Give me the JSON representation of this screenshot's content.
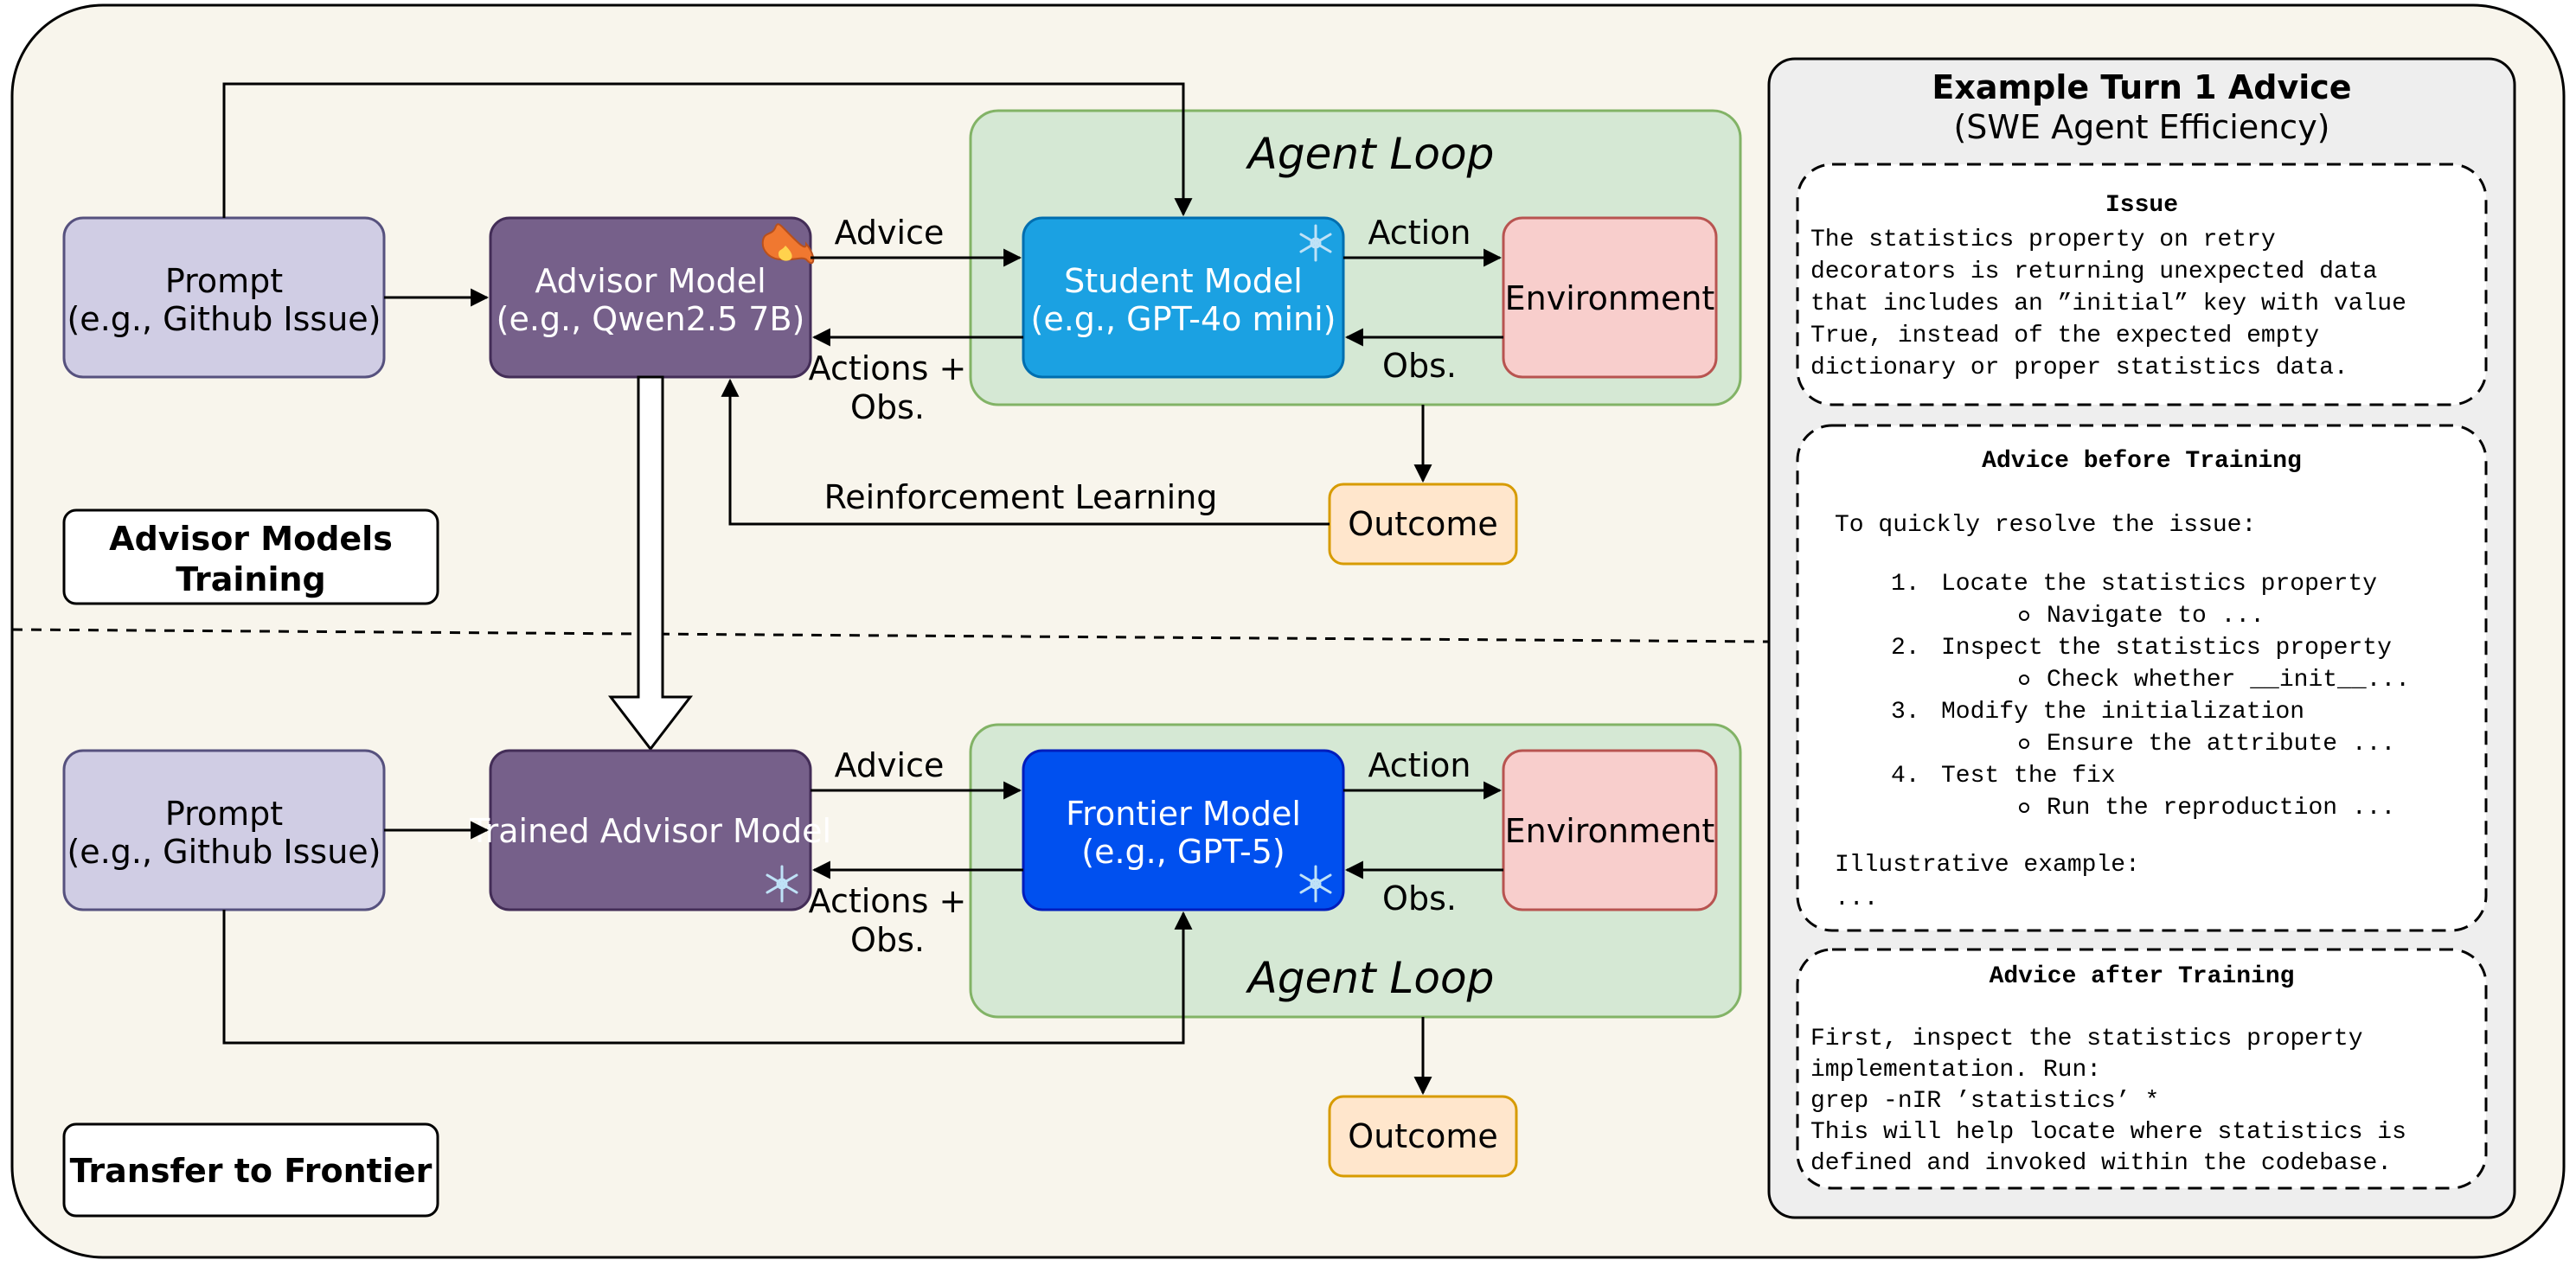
{
  "diagram": {
    "training_section": {
      "label_line1": "Advisor Models",
      "label_line2": "Training",
      "prompt": {
        "line1": "Prompt",
        "line2": "(e.g., Github Issue)"
      },
      "advisor": {
        "line1": "Advisor Model",
        "line2": "(e.g., Qwen2.5 7B)",
        "icon": "flame-icon"
      },
      "agent_loop_title": "Agent Loop",
      "student": {
        "line1": "Student Model",
        "line2": "(e.g., GPT-4o mini)",
        "icon": "snowflake-icon"
      },
      "environment": "Environment",
      "outcome": "Outcome",
      "edge_advice": "Advice",
      "edge_actions_obs_line1": "Actions +",
      "edge_actions_obs_line2": "Obs.",
      "edge_action": "Action",
      "edge_obs": "Obs.",
      "edge_rl": "Reinforcement Learning"
    },
    "transfer_section": {
      "label": "Transfer to Frontier",
      "prompt": {
        "line1": "Prompt",
        "line2": "(e.g., Github Issue)"
      },
      "advisor": {
        "line1": "Trained Advisor Model",
        "icon": "snowflake-icon"
      },
      "agent_loop_title": "Agent Loop",
      "frontier": {
        "line1": "Frontier Model",
        "line2": "(e.g., GPT-5)",
        "icon": "snowflake-icon"
      },
      "environment": "Environment",
      "outcome": "Outcome",
      "edge_advice": "Advice",
      "edge_actions_obs_line1": "Actions +",
      "edge_actions_obs_line2": "Obs.",
      "edge_action": "Action",
      "edge_obs": "Obs."
    },
    "example_panel": {
      "title": "Example Turn 1 Advice",
      "subtitle": "(SWE Agent Efficiency)",
      "issue": {
        "heading": "Issue",
        "lines": [
          "The statistics property on retry",
          "decorators is returning unexpected data",
          "that includes an ”initial” key with value",
          "True, instead of the expected empty",
          "dictionary or proper statistics data."
        ]
      },
      "before": {
        "heading": "Advice before Training",
        "intro": "To quickly resolve the issue:",
        "steps": [
          {
            "num": "1.",
            "text": "Locate the statistics property",
            "sub": "Navigate to ..."
          },
          {
            "num": "2.",
            "text": "Inspect the statistics property",
            "sub": "Check whether __init__..."
          },
          {
            "num": "3.",
            "text": "Modify the initialization",
            "sub": "Ensure the attribute ..."
          },
          {
            "num": "4.",
            "text": "Test the fix",
            "sub": "Run the reproduction ..."
          }
        ],
        "example_label": "Illustrative example:",
        "ellipsis": "..."
      },
      "after": {
        "heading": "Advice after Training",
        "lines": [
          "First, inspect the statistics property",
          "implementation. Run:",
          "grep -nIR ’statistics’ *",
          "This will help locate where statistics is",
          "defined and invoked within the codebase."
        ]
      }
    }
  },
  "colors": {
    "background": "#f8f5ec",
    "prompt_fill": "#d0cde4",
    "prompt_stroke": "#56517e",
    "advisor_fill": "#76608a",
    "advisor_stroke": "#432d57",
    "student_fill": "#1ba1e2",
    "student_stroke": "#006eaf",
    "frontier_fill": "#0050ef",
    "frontier_stroke": "#001dbc",
    "environment_fill": "#f8cecc",
    "environment_stroke": "#b85450",
    "outcome_fill": "#ffe6cc",
    "outcome_stroke": "#d79b00",
    "agent_loop_fill": "#d5e8d4",
    "agent_loop_stroke": "#82b366",
    "panel_fill": "#eeeeee",
    "flame": "#f07830",
    "snowflake": "#bfe2f7"
  }
}
